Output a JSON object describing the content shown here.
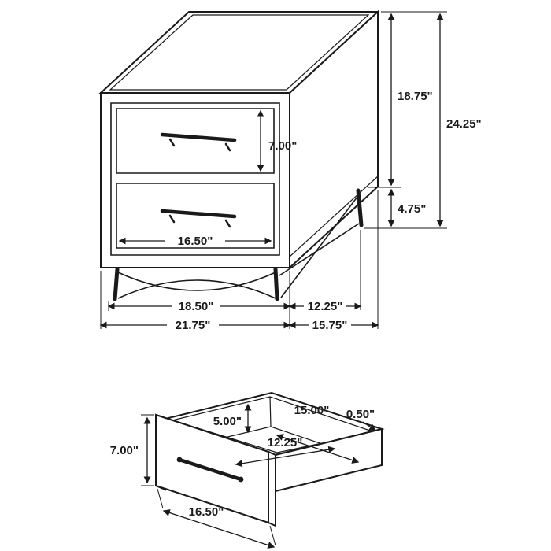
{
  "colors": {
    "line": "#1a1a1a",
    "background": "#ffffff"
  },
  "nightstand": {
    "drawer_front_height": "7.00\"",
    "upper_body_height": "18.75\"",
    "leg_height": "4.75\"",
    "overall_height": "24.25\"",
    "drawer_width": "16.50\"",
    "front_leg_span": "18.50\"",
    "side_leg_span": "12.25\"",
    "overall_width": "21.75\"",
    "overall_depth": "15.75\""
  },
  "drawer": {
    "front_height": "7.00\"",
    "interior_height": "5.00\"",
    "interior_width": "15.00\"",
    "wall_thickness": "0.50\"",
    "interior_depth": "12.25\"",
    "front_width": "16.50\""
  }
}
